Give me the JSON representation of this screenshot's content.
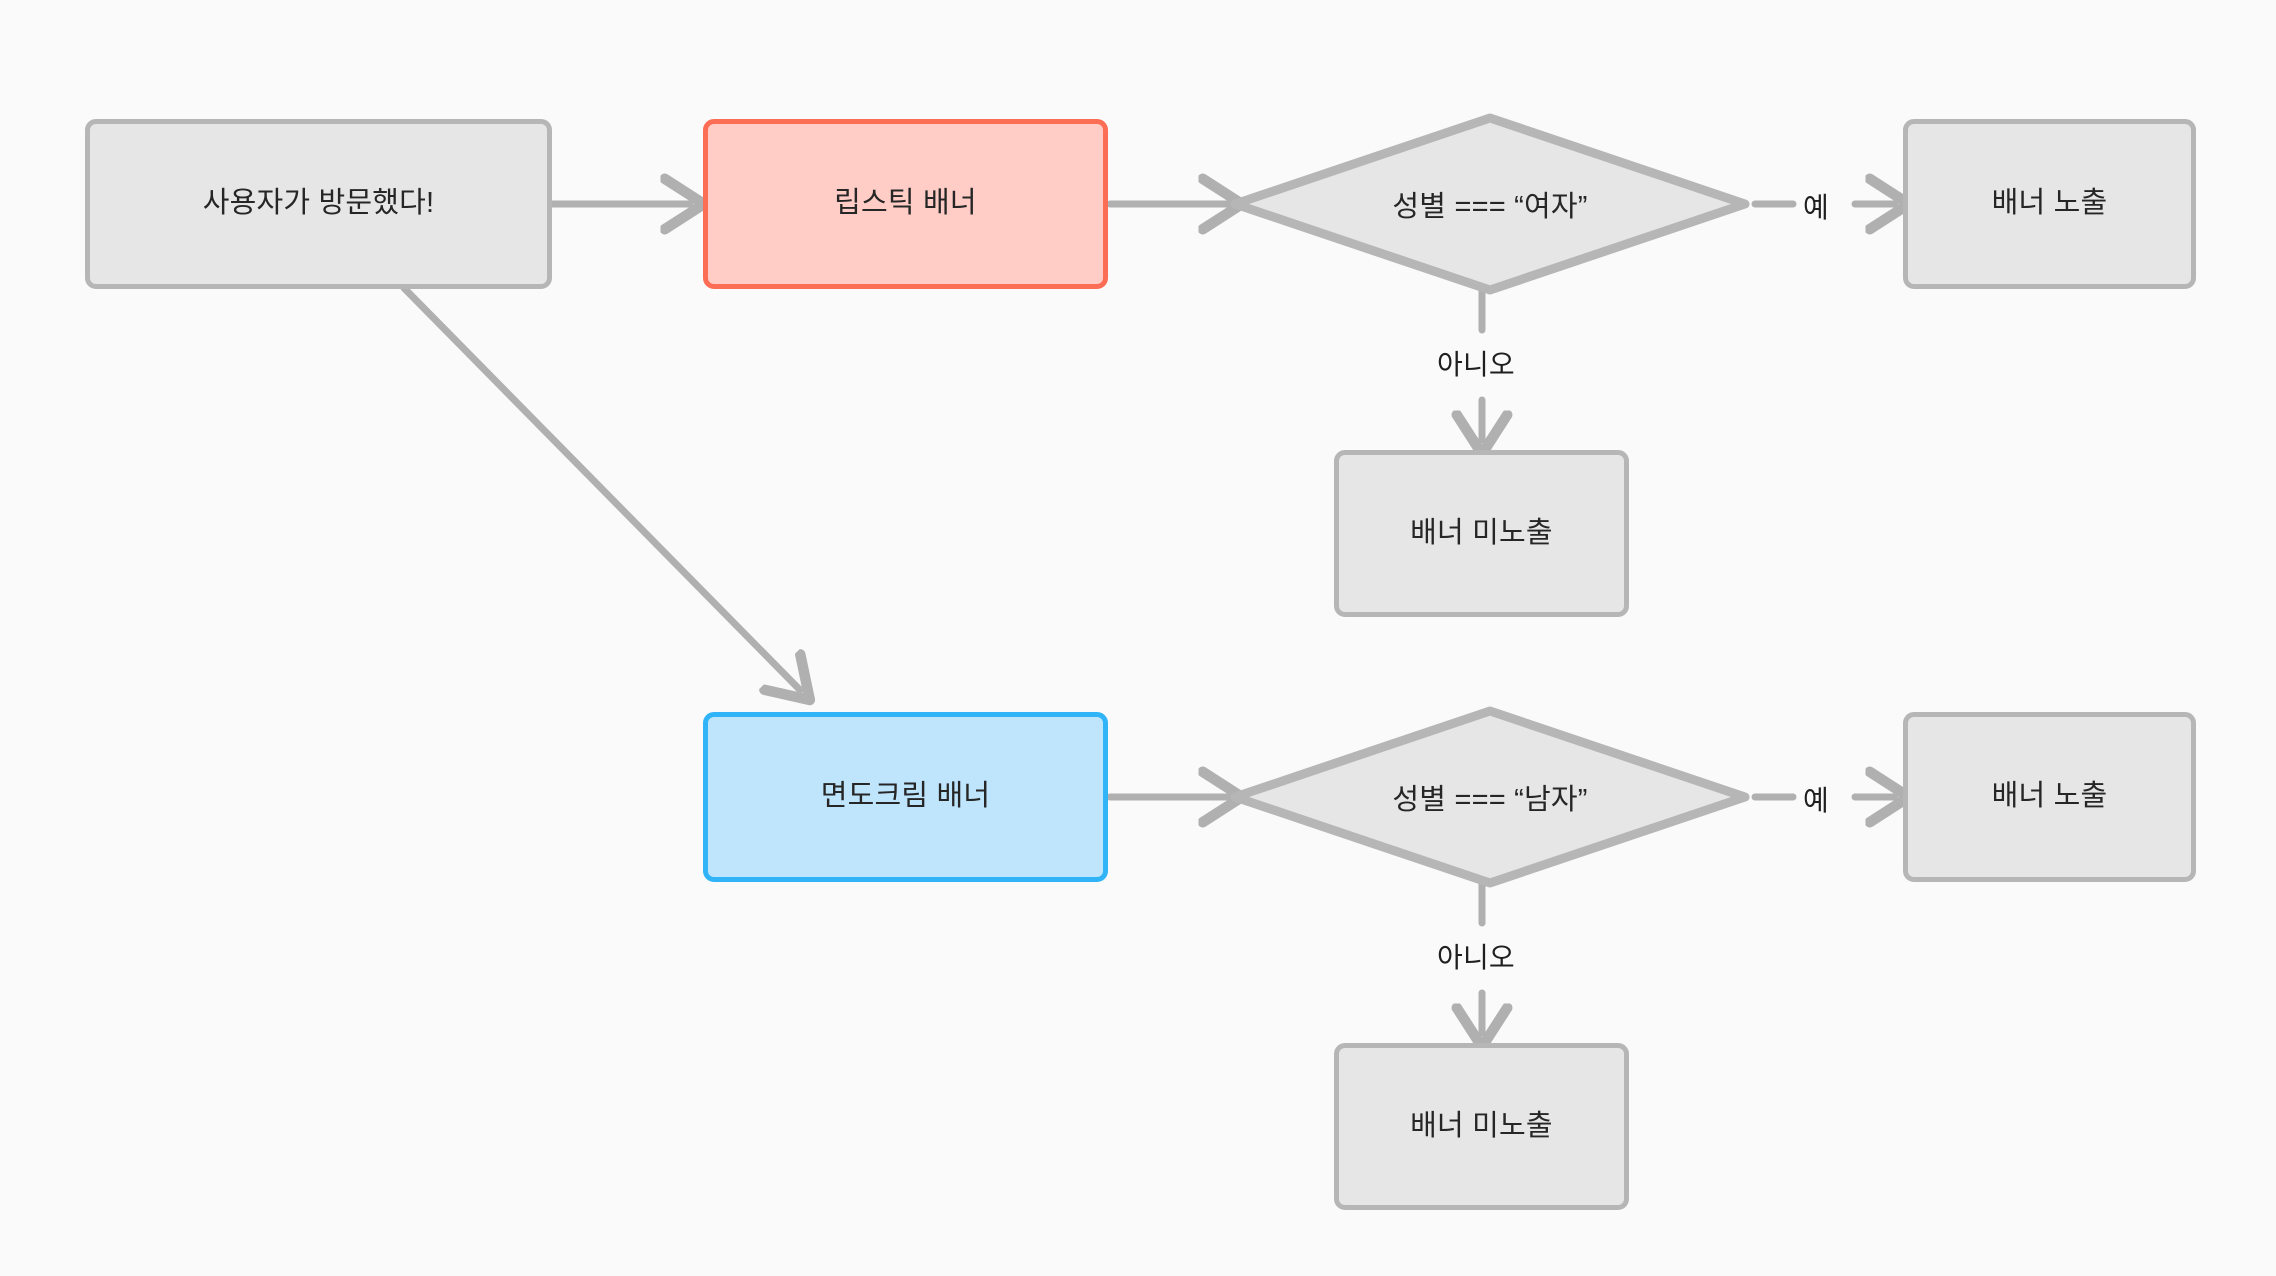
{
  "diagram": {
    "type": "flowchart",
    "direction": "left-to-right",
    "background_color": "#fafafa",
    "edge_color": "#b0b0b0",
    "nodes": [
      {
        "id": "start",
        "label": "사용자가 방문했다!",
        "shape": "rounded-rect",
        "fill": "#e6e6e6",
        "stroke": "#b6b6b6"
      },
      {
        "id": "lipstick-banner",
        "label": "립스틱 배너",
        "shape": "rounded-rect",
        "fill": "#ffcdc6",
        "stroke": "#fc6d56"
      },
      {
        "id": "shaving-cream-banner",
        "label": "면도크림 배너",
        "shape": "rounded-rect",
        "fill": "#bfe5fd",
        "stroke": "#31b4f7"
      },
      {
        "id": "condition-female",
        "label": "성별 === “여자”",
        "shape": "diamond",
        "fill": "#e6e6e6",
        "stroke": "#b6b6b6"
      },
      {
        "id": "condition-male",
        "label": "성별 === “남자”",
        "shape": "diamond",
        "fill": "#e6e6e6",
        "stroke": "#b6b6b6"
      },
      {
        "id": "show-banner-female",
        "label": "배너 노출",
        "shape": "rounded-rect",
        "fill": "#e6e6e6",
        "stroke": "#b6b6b6"
      },
      {
        "id": "hide-banner-female",
        "label": "배너 미노출",
        "shape": "rounded-rect",
        "fill": "#e6e6e6",
        "stroke": "#b6b6b6"
      },
      {
        "id": "show-banner-male",
        "label": "배너 노출",
        "shape": "rounded-rect",
        "fill": "#e6e6e6",
        "stroke": "#b6b6b6"
      },
      {
        "id": "hide-banner-male",
        "label": "배너 미노출",
        "shape": "rounded-rect",
        "fill": "#e6e6e6",
        "stroke": "#b6b6b6"
      }
    ],
    "edges": [
      {
        "id": "e1",
        "from": "start",
        "to": "lipstick-banner",
        "label": ""
      },
      {
        "id": "e2",
        "from": "start",
        "to": "shaving-cream-banner",
        "label": ""
      },
      {
        "id": "e3",
        "from": "lipstick-banner",
        "to": "condition-female",
        "label": ""
      },
      {
        "id": "e4",
        "from": "condition-female",
        "to": "show-banner-female",
        "label": "예"
      },
      {
        "id": "e5",
        "from": "condition-female",
        "to": "hide-banner-female",
        "label": "아니오"
      },
      {
        "id": "e6",
        "from": "shaving-cream-banner",
        "to": "condition-male",
        "label": ""
      },
      {
        "id": "e7",
        "from": "condition-male",
        "to": "show-banner-male",
        "label": "예"
      },
      {
        "id": "e8",
        "from": "condition-male",
        "to": "hide-banner-male",
        "label": "아니오"
      }
    ],
    "edge_labels": {
      "yes_top": "예",
      "no_top": "아니오",
      "yes_bottom": "예",
      "no_bottom": "아니오"
    }
  }
}
